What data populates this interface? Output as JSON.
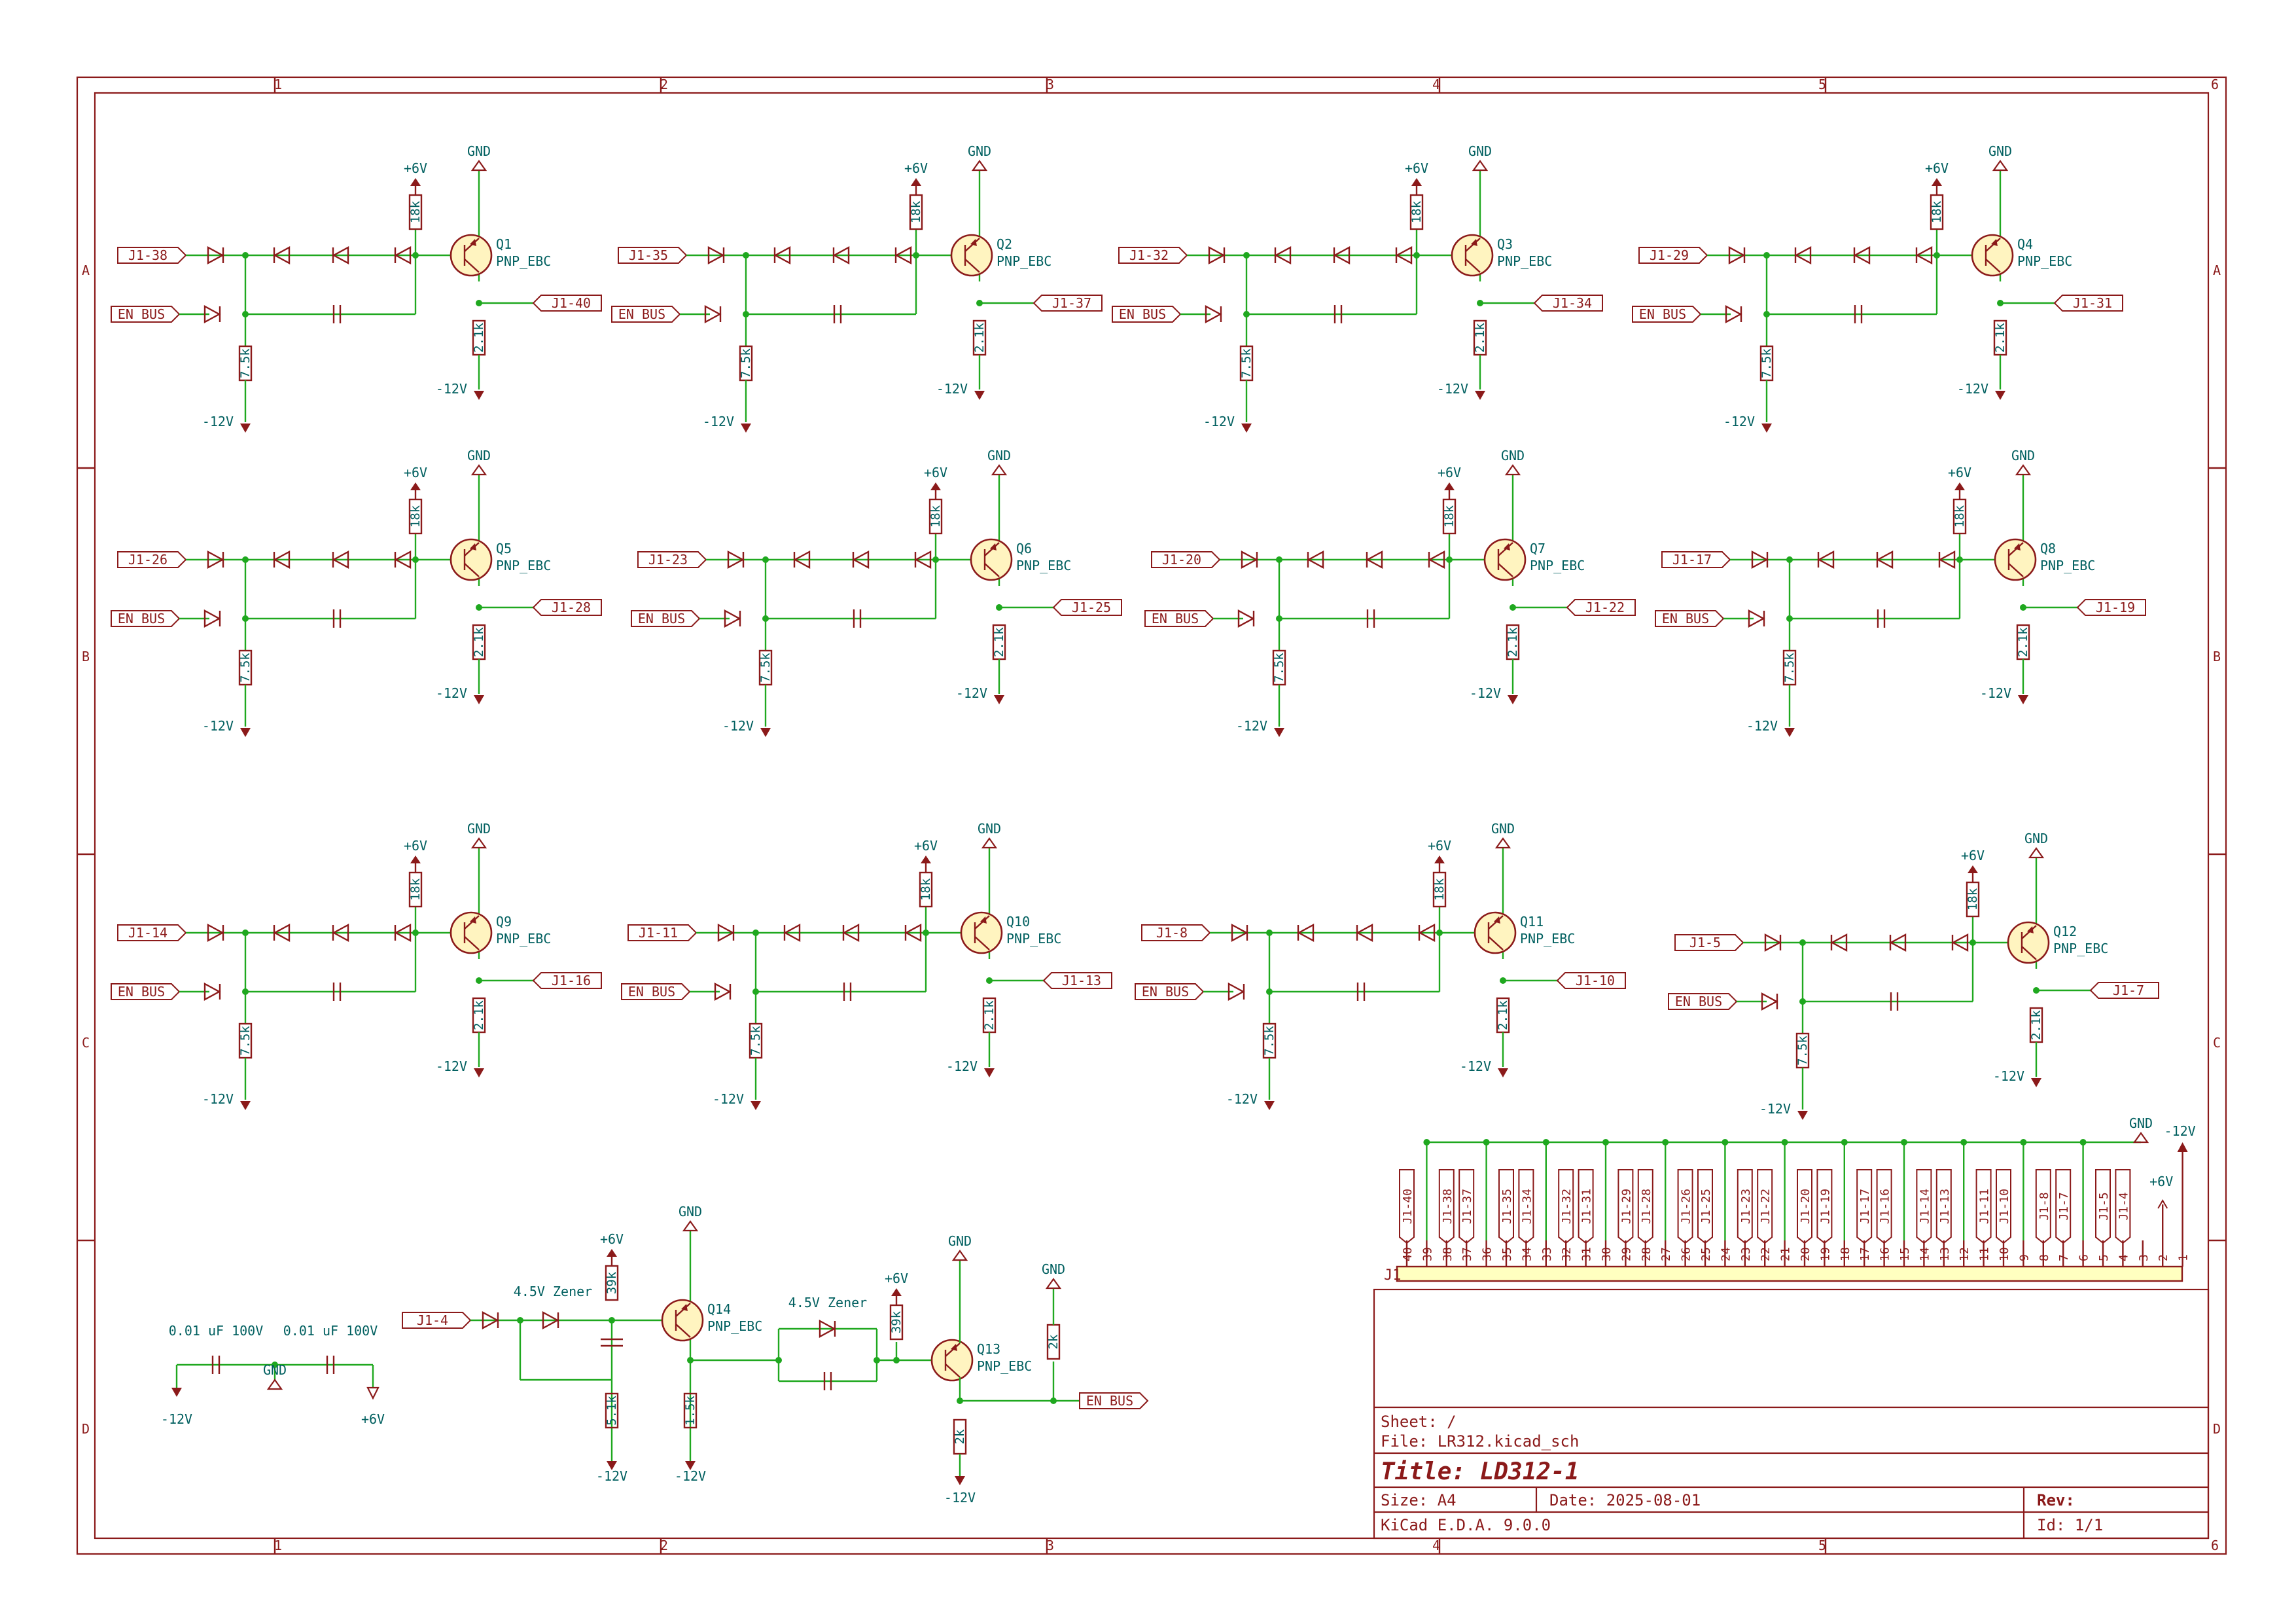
{
  "colors": {
    "frame": "#8b1a1a",
    "wire": "#1fa81f",
    "text": "#005f5f",
    "junction": "#1fa81f",
    "connector_fill": "#ffffc0"
  },
  "frame": {
    "columns": [
      "1",
      "2",
      "3",
      "4",
      "5",
      "6"
    ],
    "rows": [
      "A",
      "B",
      "C",
      "D"
    ]
  },
  "power": {
    "vplus": "+6V",
    "gnd": "GND",
    "vminus": "-12V"
  },
  "values": {
    "pullup": "18k",
    "emitter": "2.1k",
    "bias": "7.5k",
    "transistor_type": "PNP_EBC"
  },
  "drivers": [
    {
      "ref": "Q1",
      "in": "J1-38",
      "out": "J1-40",
      "en": "EN_BUS"
    },
    {
      "ref": "Q2",
      "in": "J1-35",
      "out": "J1-37",
      "en": "EN_BUS"
    },
    {
      "ref": "Q3",
      "in": "J1-32",
      "out": "J1-34",
      "en": "EN_BUS"
    },
    {
      "ref": "Q4",
      "in": "J1-29",
      "out": "J1-31",
      "en": "EN_BUS"
    },
    {
      "ref": "Q5",
      "in": "J1-26",
      "out": "J1-28",
      "en": "EN_BUS"
    },
    {
      "ref": "Q6",
      "in": "J1-23",
      "out": "J1-25",
      "en": "EN_BUS"
    },
    {
      "ref": "Q7",
      "in": "J1-20",
      "out": "J1-22",
      "en": "EN_BUS"
    },
    {
      "ref": "Q8",
      "in": "J1-17",
      "out": "J1-19",
      "en": "EN_BUS"
    },
    {
      "ref": "Q9",
      "in": "J1-14",
      "out": "J1-16",
      "en": "EN_BUS"
    },
    {
      "ref": "Q10",
      "in": "J1-11",
      "out": "J1-13",
      "en": "EN_BUS"
    },
    {
      "ref": "Q11",
      "in": "J1-8",
      "out": "J1-10",
      "en": "EN_BUS"
    },
    {
      "ref": "Q12",
      "in": "J1-5",
      "out": "J1-7",
      "en": "EN_BUS"
    }
  ],
  "decoupling": {
    "c1": "0.01 uF 100V",
    "c2": "0.01 uF 100V",
    "left": "-12V",
    "mid": "GND",
    "right": "+6V"
  },
  "enable_circuit": {
    "input": "J1-4",
    "zener1": "4.5V Zener",
    "zener2": "4.5V Zener",
    "q14": "Q14",
    "q13": "Q13",
    "type": "PNP_EBC",
    "r39k_a": "39k",
    "r51k": "5.1k",
    "r15k": "1.5k",
    "r39k_b": "39k",
    "r2k_a": "2k",
    "r2k_b": "2k",
    "output": "EN_BUS",
    "vplus": "+6V",
    "gnd": "GND",
    "vminus": "-12V"
  },
  "connector": {
    "ref": "J1",
    "pins": [
      "40",
      "39",
      "38",
      "37",
      "36",
      "35",
      "34",
      "33",
      "32",
      "31",
      "30",
      "29",
      "28",
      "27",
      "26",
      "25",
      "24",
      "23",
      "22",
      "21",
      "20",
      "19",
      "18",
      "17",
      "16",
      "15",
      "14",
      "13",
      "12",
      "11",
      "10",
      "9",
      "8",
      "7",
      "6",
      "5",
      "4",
      "3",
      "2",
      "1"
    ],
    "labels": [
      "J1-40",
      "",
      "J1-38",
      "J1-37",
      "",
      "J1-35",
      "J1-34",
      "",
      "J1-32",
      "J1-31",
      "",
      "J1-29",
      "J1-28",
      "",
      "J1-26",
      "J1-25",
      "",
      "J1-23",
      "J1-22",
      "",
      "J1-20",
      "J1-19",
      "",
      "J1-17",
      "J1-16",
      "",
      "J1-14",
      "J1-13",
      "",
      "J1-11",
      "J1-10",
      "",
      "J1-8",
      "J1-7",
      "",
      "J1-5",
      "J1-4",
      "",
      "",
      ""
    ],
    "gnd": "GND",
    "vminus": "-12V",
    "vplus": "+6V"
  },
  "title_block": {
    "sheet": "Sheet: /",
    "file": "File: LR312.kicad_sch",
    "title": "Title: LD312-1",
    "size": "Size: A4",
    "date": "Date: 2025-08-01",
    "rev": "Rev:",
    "tool": "KiCad E.D.A. 9.0.0",
    "id": "Id: 1/1"
  }
}
